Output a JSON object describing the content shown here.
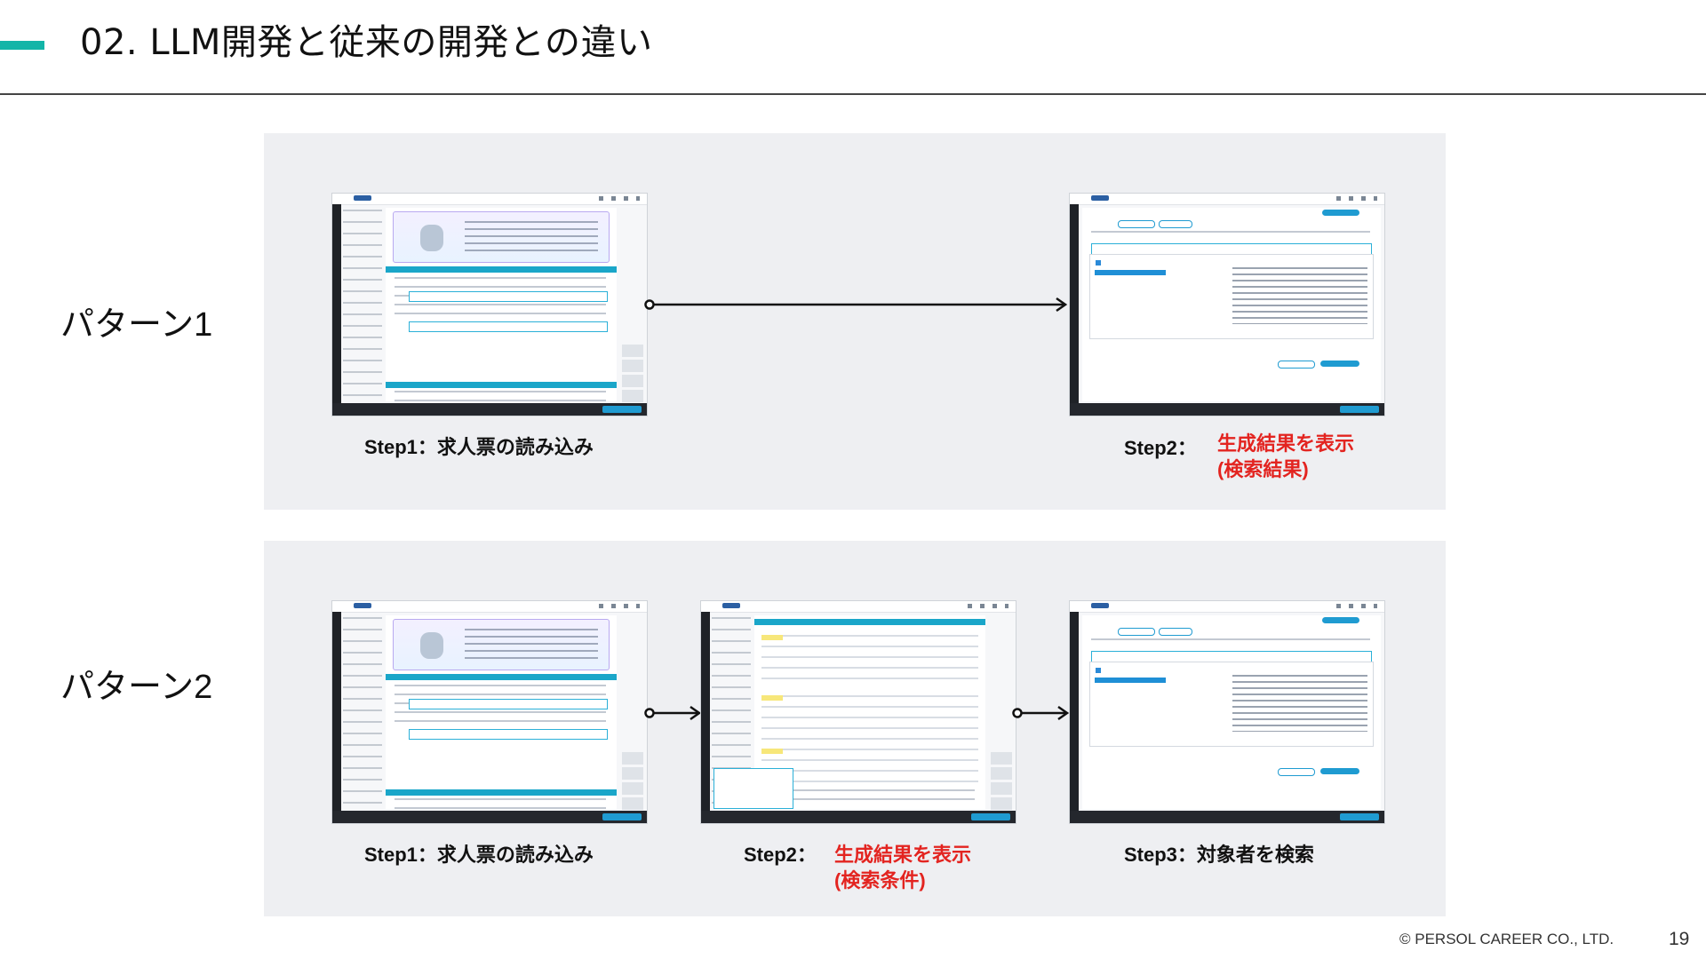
{
  "slide": {
    "title": "02.  LLM開発と従来の開発との違い",
    "accent_color": "#13b5a8",
    "page_number": "19",
    "copyright": "© PERSOL CAREER CO., LTD."
  },
  "pattern1": {
    "label": "パターン1",
    "step1_caption": "Step1：求人票の読み込み",
    "step2_caption": "Step2：",
    "step2_highlight_line1": "生成結果を表示",
    "step2_highlight_line2": "(検索結果)"
  },
  "pattern2": {
    "label": "パターン2",
    "step1_caption": "Step1：求人票の読み込み",
    "step2_caption": "Step2：",
    "step2_highlight_line1": "生成結果を表示",
    "step2_highlight_line2": "(検索条件)",
    "step3_caption": "Step3：対象者を検索"
  },
  "colors": {
    "highlight_red": "#e32420",
    "panel_bg": "#eeeff2"
  }
}
